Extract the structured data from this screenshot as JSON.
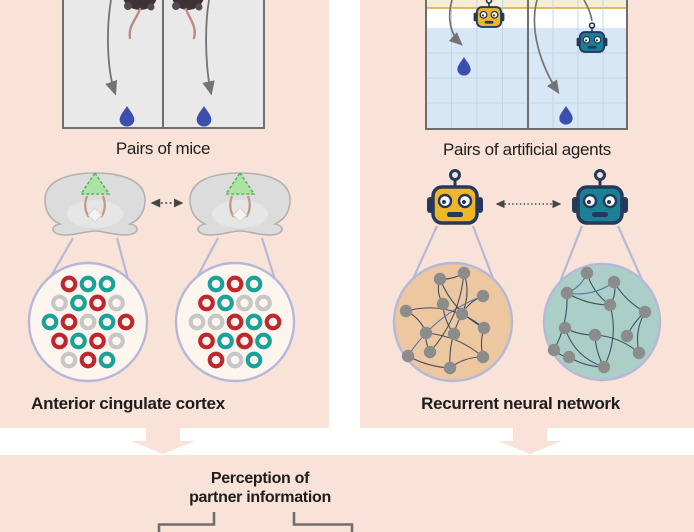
{
  "palette": {
    "panel_peach": "#f9e3d8",
    "page_white": "#ffffff",
    "box_gray_fill": "#e9e9e9",
    "box_border_gray": "#6e6e6e",
    "arrow_gray": "#737373",
    "dashed_arrow_dark": "#454545",
    "drop_blue": "#3b4fae",
    "water_blue": "#d7e7f5",
    "grid_line_blue": "#bdd2e3",
    "grid_top_cream": "#f5eed7",
    "grid_orange_line": "#d9a23e",
    "robot_yellow": "#f0b629",
    "robot_teal": "#1b7f95",
    "robot_outline_navy": "#24395b",
    "magnifier_lavender": "#b6b8d8",
    "acc_circle_fill": "#fdf5ee",
    "rnn_circle_tan": "#ecc7a0",
    "rnn_circle_teal": "#abcfc7",
    "node_gray": "#8c8c8c",
    "edge_navy": "#32415f",
    "edge_blue": "#4a6fae",
    "ring_red": "#bf272c",
    "ring_teal": "#17a39a",
    "ring_gray": "#c7c7c7",
    "brain_gray": "#dddcdc",
    "brain_outline": "#b3b1b1",
    "brain_green_fill": "#ace4a4",
    "brain_green_stroke": "#54b65b",
    "mouse_dark": "#3c3336",
    "mouse_tail": "#b98b80",
    "text_dark": "#1d1d1d"
  },
  "icons": {
    "mouse": "mouse-icon",
    "water_drop": "water-drop-icon",
    "robot": "robot-icon",
    "brain_section": "brain-icon",
    "dashed_exchange_arrow": "exchange-arrow-icon",
    "down_flow_arrow": "down-arrow-icon"
  },
  "left_panel": {
    "pair_label": "Pairs of mice",
    "region_label": "Anterior cingulate cortex",
    "acc_rings": {
      "left": [
        [
          "red",
          "teal",
          "teal"
        ],
        [
          "gray",
          "teal",
          "red",
          "gray"
        ],
        [
          "teal",
          "red",
          "gray",
          "teal",
          "red"
        ],
        [
          "red",
          "teal",
          "red",
          "gray"
        ],
        [
          "gray",
          "red",
          "teal"
        ]
      ],
      "right": [
        [
          "teal",
          "red",
          "teal"
        ],
        [
          "red",
          "teal",
          "gray",
          "gray"
        ],
        [
          "gray",
          "gray",
          "red",
          "teal",
          "red"
        ],
        [
          "red",
          "teal",
          "red",
          "teal"
        ],
        [
          "red",
          "gray",
          "teal"
        ]
      ]
    }
  },
  "right_panel": {
    "pair_label": "Pairs of artificial agents",
    "region_label": "Recurrent neural network",
    "networks": {
      "left": {
        "nodes": [
          [
            -13,
            -43
          ],
          [
            11,
            -49
          ],
          [
            30,
            -26
          ],
          [
            -47,
            -11
          ],
          [
            -10,
            -18
          ],
          [
            9,
            -8
          ],
          [
            -27,
            11
          ],
          [
            1,
            12
          ],
          [
            31,
            6
          ],
          [
            -45,
            34
          ],
          [
            -3,
            46
          ],
          [
            30,
            35
          ],
          [
            -23,
            30
          ]
        ],
        "edges": [
          [
            0,
            4,
            6,
            "navy"
          ],
          [
            1,
            5,
            -8,
            "navy"
          ],
          [
            2,
            5,
            5,
            "navy"
          ],
          [
            3,
            6,
            -6,
            "navy"
          ],
          [
            4,
            7,
            5,
            "navy"
          ],
          [
            0,
            1,
            4,
            "navy"
          ],
          [
            2,
            9,
            16,
            "blue"
          ],
          [
            1,
            12,
            -14,
            "navy"
          ],
          [
            3,
            8,
            -20,
            "navy"
          ],
          [
            5,
            10,
            8,
            "navy"
          ],
          [
            6,
            11,
            -10,
            "navy"
          ],
          [
            9,
            10,
            5,
            "navy"
          ],
          [
            10,
            11,
            -6,
            "navy"
          ],
          [
            8,
            11,
            4,
            "navy"
          ],
          [
            6,
            12,
            3,
            "navy"
          ],
          [
            0,
            8,
            12,
            "navy"
          ]
        ]
      },
      "right": {
        "nodes": [
          [
            -15,
            -49
          ],
          [
            12,
            -40
          ],
          [
            -35,
            -29
          ],
          [
            8,
            -17
          ],
          [
            43,
            -10
          ],
          [
            -37,
            6
          ],
          [
            -7,
            13
          ],
          [
            -48,
            28
          ],
          [
            -33,
            35
          ],
          [
            2,
            45
          ],
          [
            37,
            31
          ],
          [
            25,
            14
          ]
        ],
        "edges": [
          [
            0,
            3,
            7,
            "navy"
          ],
          [
            1,
            3,
            -5,
            "navy"
          ],
          [
            2,
            3,
            6,
            "navy"
          ],
          [
            2,
            1,
            10,
            "blue"
          ],
          [
            0,
            2,
            -6,
            "blue"
          ],
          [
            4,
            10,
            8,
            "navy"
          ],
          [
            3,
            9,
            -12,
            "navy"
          ],
          [
            5,
            6,
            4,
            "navy"
          ],
          [
            6,
            10,
            -8,
            "navy"
          ],
          [
            7,
            8,
            3,
            "navy"
          ],
          [
            8,
            9,
            5,
            "navy"
          ],
          [
            5,
            9,
            14,
            "navy"
          ],
          [
            1,
            4,
            6,
            "navy"
          ],
          [
            6,
            9,
            4,
            "navy"
          ],
          [
            2,
            7,
            -8,
            "navy"
          ],
          [
            4,
            11,
            3,
            "navy"
          ]
        ]
      }
    }
  },
  "bottom_panel": {
    "caption_line1": "Perception of",
    "caption_line2": "partner information"
  }
}
